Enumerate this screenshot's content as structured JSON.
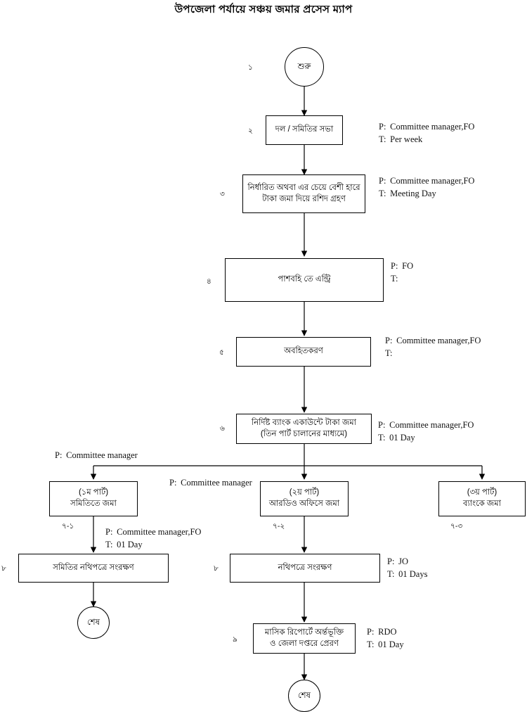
{
  "title": "উপজেলা পর্যায়ে সঞ্চয় জমার প্রসেস ম্যাপ",
  "diagram": {
    "type": "flowchart",
    "orientation": "top-to-bottom",
    "language": "Bengali",
    "nodes": [
      {
        "id": "start",
        "shape": "circle",
        "step": "১",
        "lines": [
          "শুরু"
        ]
      },
      {
        "id": "n2",
        "shape": "rect",
        "step": "২",
        "lines": [
          "দল / সমিতির সভা"
        ]
      },
      {
        "id": "n3",
        "shape": "rect",
        "step": "৩",
        "lines": [
          "নির্ধারিত অথবা এর চেয়ে বেশী হারে",
          "টাকা জমা দিয়ে রশিদ গ্রহণ"
        ]
      },
      {
        "id": "n4",
        "shape": "rect",
        "step": "৪",
        "lines": [
          "পাশবহি তে এন্ট্রি"
        ]
      },
      {
        "id": "n5",
        "shape": "rect",
        "step": "৫",
        "lines": [
          "অবহিতকরণ"
        ]
      },
      {
        "id": "n6",
        "shape": "rect",
        "step": "৬",
        "lines": [
          "নির্দিষ্ট ব্যাংক একাউন্টে টাকা জমা",
          "(তিন পার্ট চালানের মাধ্যমে)"
        ]
      },
      {
        "id": "n7a",
        "shape": "rect",
        "step": "৭-১",
        "lines": [
          "(১ম পার্ট)",
          "সমিতিতে জমা"
        ]
      },
      {
        "id": "n7b",
        "shape": "rect",
        "step": "৭-২",
        "lines": [
          "(২য় পার্ট)",
          "আরডিও অফিসে জমা"
        ]
      },
      {
        "id": "n7c",
        "shape": "rect",
        "step": "৭-৩",
        "lines": [
          "(৩য় পার্ট)",
          "ব্যাংকে জমা"
        ]
      },
      {
        "id": "n8a",
        "shape": "rect",
        "step": "৮",
        "lines": [
          "সমিতির নথিপত্রে সংরক্ষণ"
        ]
      },
      {
        "id": "n8b",
        "shape": "rect",
        "step": "৮",
        "lines": [
          "নথিপত্রে সংরক্ষণ"
        ]
      },
      {
        "id": "n9",
        "shape": "rect",
        "step": "৯",
        "lines": [
          "মাসিক রিপোর্টে অর্ন্তভূক্তি",
          "ও জেলা দপ্তরে প্রেরণ"
        ]
      },
      {
        "id": "end1",
        "shape": "circle",
        "step": "",
        "lines": [
          "শেষ"
        ]
      },
      {
        "id": "end2",
        "shape": "circle",
        "step": "",
        "lines": [
          "শেষ"
        ]
      }
    ],
    "annotations": [
      {
        "id": "a2",
        "for": "n2",
        "person": "Committee manager,FO",
        "time": "Per week"
      },
      {
        "id": "a3",
        "for": "n3",
        "person": "Committee manager,FO",
        "time": "Meeting Day"
      },
      {
        "id": "a4",
        "for": "n4",
        "person": "FO",
        "time": ""
      },
      {
        "id": "a5",
        "for": "n5",
        "person": "Committee manager,FO",
        "time": ""
      },
      {
        "id": "a6",
        "for": "n6",
        "person": "Committee manager,FO",
        "time": "01 Day"
      },
      {
        "id": "a7a",
        "for": "n7a",
        "person": "Committee manager",
        "time": null
      },
      {
        "id": "a7b",
        "for": "n7b",
        "person": "Committee manager",
        "time": null
      },
      {
        "id": "a8a",
        "for": "n8a",
        "person": "Committee manager,FO",
        "time": "01 Day"
      },
      {
        "id": "a8b",
        "for": "n8b",
        "person": "JO",
        "time": "01 Days"
      },
      {
        "id": "a9",
        "for": "n9",
        "person": "RDO",
        "time": "01 Day"
      }
    ],
    "annotation_keys": {
      "person": "P:",
      "time": "T:"
    },
    "edges": [
      {
        "from": "start",
        "to": "n2"
      },
      {
        "from": "n2",
        "to": "n3"
      },
      {
        "from": "n3",
        "to": "n4"
      },
      {
        "from": "n4",
        "to": "n5"
      },
      {
        "from": "n5",
        "to": "n6"
      },
      {
        "from": "n6",
        "to": "n7a"
      },
      {
        "from": "n6",
        "to": "n7b"
      },
      {
        "from": "n6",
        "to": "n7c"
      },
      {
        "from": "n7a",
        "to": "n8a"
      },
      {
        "from": "n7b",
        "to": "n8b"
      },
      {
        "from": "n8a",
        "to": "end1"
      },
      {
        "from": "n8b",
        "to": "n9"
      },
      {
        "from": "n9",
        "to": "end2"
      }
    ]
  }
}
